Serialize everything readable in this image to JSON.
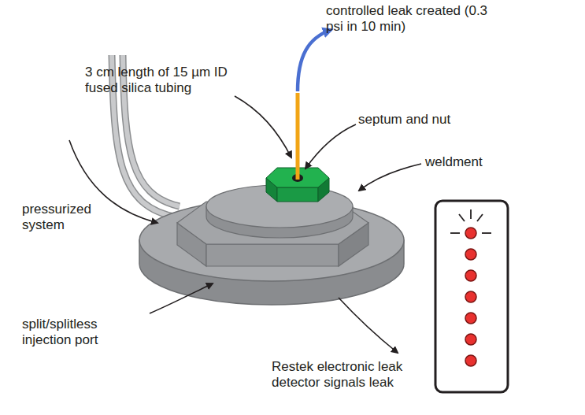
{
  "diagram": {
    "labels": [
      "controlled leak created (0.3 psi in 10 min)",
      "3 cm length of 15 µm ID fused silica tubing",
      "septum and nut",
      "weldment",
      "pressurized system",
      "split/splitless injection port",
      "Restek electronic leak detector signals leak"
    ]
  }
}
